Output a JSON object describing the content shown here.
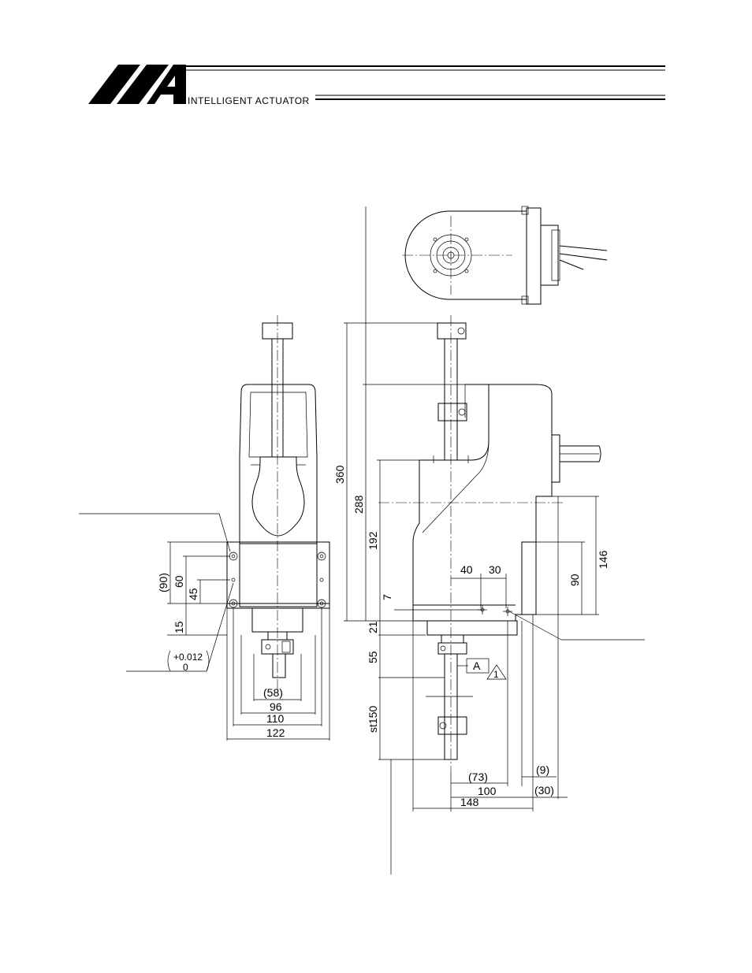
{
  "header": {
    "brand_tagline": "INTELLIGENT ACTUATOR"
  },
  "front_view": {
    "dim_90": "(90)",
    "dim_60": "60",
    "dim_45": "45",
    "dim_15": "15",
    "tol_upper": "+0.012",
    "tol_lower": "0",
    "dim_58": "(58)",
    "dim_96": "96",
    "dim_110": "110",
    "dim_122": "122"
  },
  "side_view": {
    "dim_360": "360",
    "dim_288": "288",
    "dim_192": "192",
    "dim_7": "7",
    "dim_21": "21",
    "dim_55": "55",
    "dim_st150": "st150",
    "dim_40": "40",
    "dim_30": "30",
    "dim_146": "146",
    "dim_90": "90",
    "datum_a": "A",
    "note_1": "1",
    "dim_73": "(73)",
    "dim_100": "100",
    "dim_148": "148",
    "dim_9": "(9)",
    "dim_30b": "(30)"
  }
}
